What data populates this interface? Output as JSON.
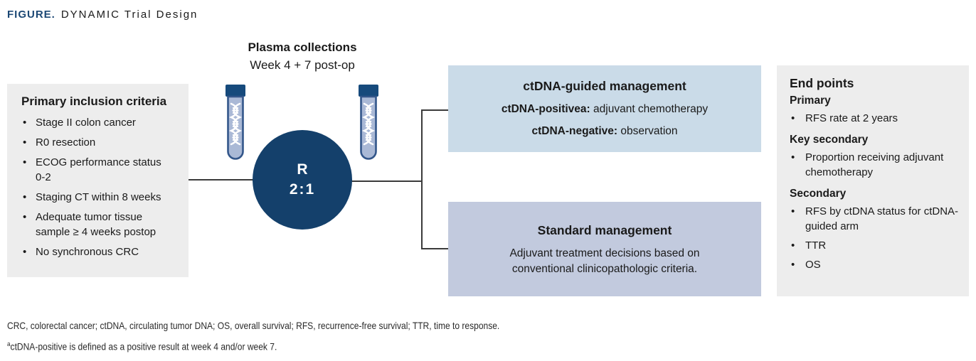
{
  "figure": {
    "label": "FIGURE.",
    "title": "DYNAMIC Trial Design"
  },
  "inclusion": {
    "heading": "Primary inclusion criteria",
    "items": [
      "Stage II colon cancer",
      "R0 resection",
      "ECOG performance status 0-2",
      "Staging CT within 8 weeks",
      "Adequate tumor tissue sample ≥ 4 weeks postop",
      "No synchronous CRC"
    ]
  },
  "plasma": {
    "title": "Plasma collections",
    "subtitle": "Week 4 + 7 post-op"
  },
  "randomization": {
    "letter": "R",
    "ratio": "2:1"
  },
  "arms": {
    "ctdna_guided": {
      "heading": "ctDNA-guided management",
      "lines": [
        {
          "bold": "ctDNA-positivea:",
          "rest": " adjuvant chemotherapy"
        },
        {
          "bold": "ctDNA-negative:",
          "rest": " observation"
        }
      ]
    },
    "standard": {
      "heading": "Standard management",
      "body": "Adjuvant treatment decisions based on conventional clinicopathologic criteria."
    }
  },
  "endpoints": {
    "heading": "End points",
    "sections": [
      {
        "label": "Primary",
        "items": [
          "RFS rate at 2 years"
        ]
      },
      {
        "label": "Key secondary",
        "items": [
          "Proportion receiving adjuvant chemotherapy"
        ]
      },
      {
        "label": "Secondary",
        "items": [
          "RFS by ctDNA status for ctDNA-guided arm",
          "TTR",
          "OS"
        ]
      }
    ]
  },
  "footnotes": {
    "abbreviations": "CRC, colorectal cancer; ctDNA, circulating tumor DNA; OS, overall survival; RFS, recurrence-free survival; TTR, time to response.",
    "note_marker": "a",
    "note_text": "ctDNA-positive is defined as a positive result at week 4 and/or week 7."
  },
  "icons": {
    "plasma_tube": "dna-plasma-tube-icon"
  },
  "colors": {
    "figure_label_navy": "#1c4875",
    "randomization_circle_navy": "#14406b",
    "tube_cap_navy": "#164a7c",
    "tube_fill_blue": "#aab9d6",
    "ctdna_box_blue": "#cadbe8",
    "standard_box_lavender": "#c2cade",
    "gray_box": "#ededed",
    "connector_line": "#3b3b3b"
  }
}
